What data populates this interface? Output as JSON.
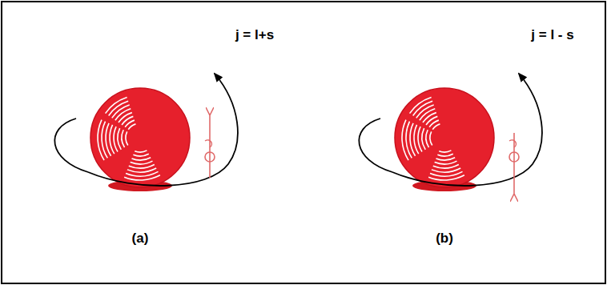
{
  "diagram": {
    "labels": [
      "j = l+s",
      "j = l - s",
      "(a)",
      "(b)"
    ]
  }
}
